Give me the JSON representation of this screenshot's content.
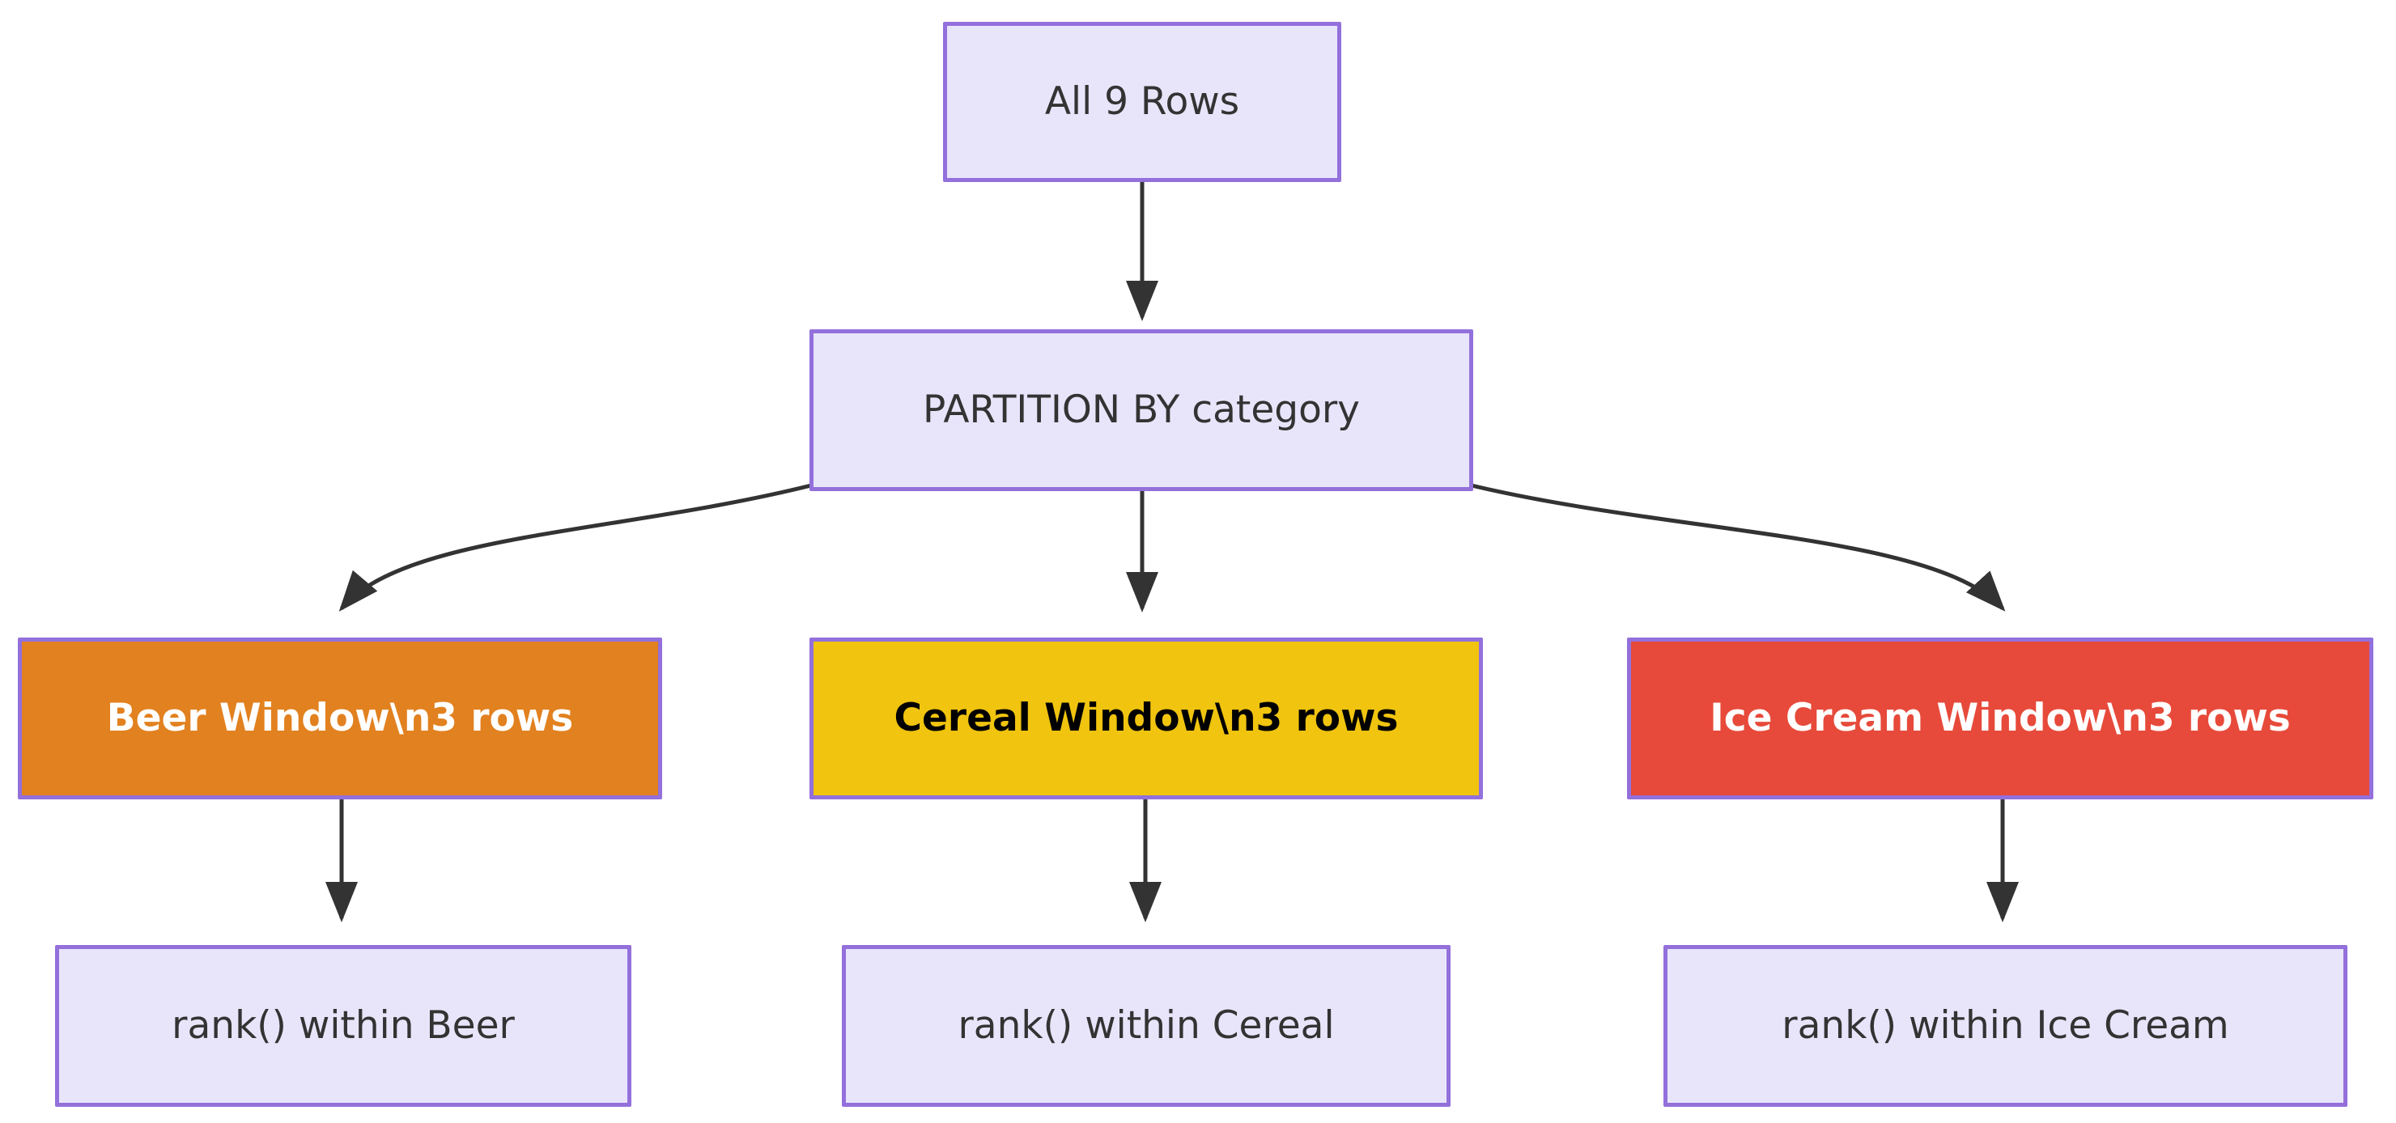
{
  "diagram": {
    "type": "flowchart",
    "direction": "top-down",
    "background": "#ffffff",
    "palette": {
      "default_fill": "#e8e5fb",
      "default_border": "#9370db",
      "default_text": "#333333",
      "beer_fill": "#e2811f",
      "beer_text": "#ffffff",
      "cereal_fill": "#f0c40f",
      "cereal_text": "#000000",
      "ice_fill": "#e74a3a",
      "ice_text": "#ffffff",
      "edge_color": "#333333"
    },
    "nodes": {
      "all_rows": {
        "label": "All 9 Rows"
      },
      "partition": {
        "label": "PARTITION BY category"
      },
      "window_beer": {
        "label": "Beer Window\\n3 rows"
      },
      "window_cereal": {
        "label": "Cereal Window\\n3 rows"
      },
      "window_ice": {
        "label": "Ice Cream Window\\n3 rows"
      },
      "rank_beer": {
        "label": "rank() within Beer"
      },
      "rank_cereal": {
        "label": "rank() within Cereal"
      },
      "rank_ice": {
        "label": "rank() within Ice Cream"
      }
    },
    "edges": [
      {
        "from": "all_rows",
        "to": "partition",
        "label": "",
        "shape": "straight"
      },
      {
        "from": "partition",
        "to": "window_beer",
        "label": "",
        "shape": "curved"
      },
      {
        "from": "partition",
        "to": "window_cereal",
        "label": "",
        "shape": "straight"
      },
      {
        "from": "partition",
        "to": "window_ice",
        "label": "",
        "shape": "curved"
      },
      {
        "from": "window_beer",
        "to": "rank_beer",
        "label": "",
        "shape": "straight"
      },
      {
        "from": "window_cereal",
        "to": "rank_cereal",
        "label": "",
        "shape": "straight"
      },
      {
        "from": "window_ice",
        "to": "rank_ice",
        "label": "",
        "shape": "straight"
      }
    ]
  }
}
